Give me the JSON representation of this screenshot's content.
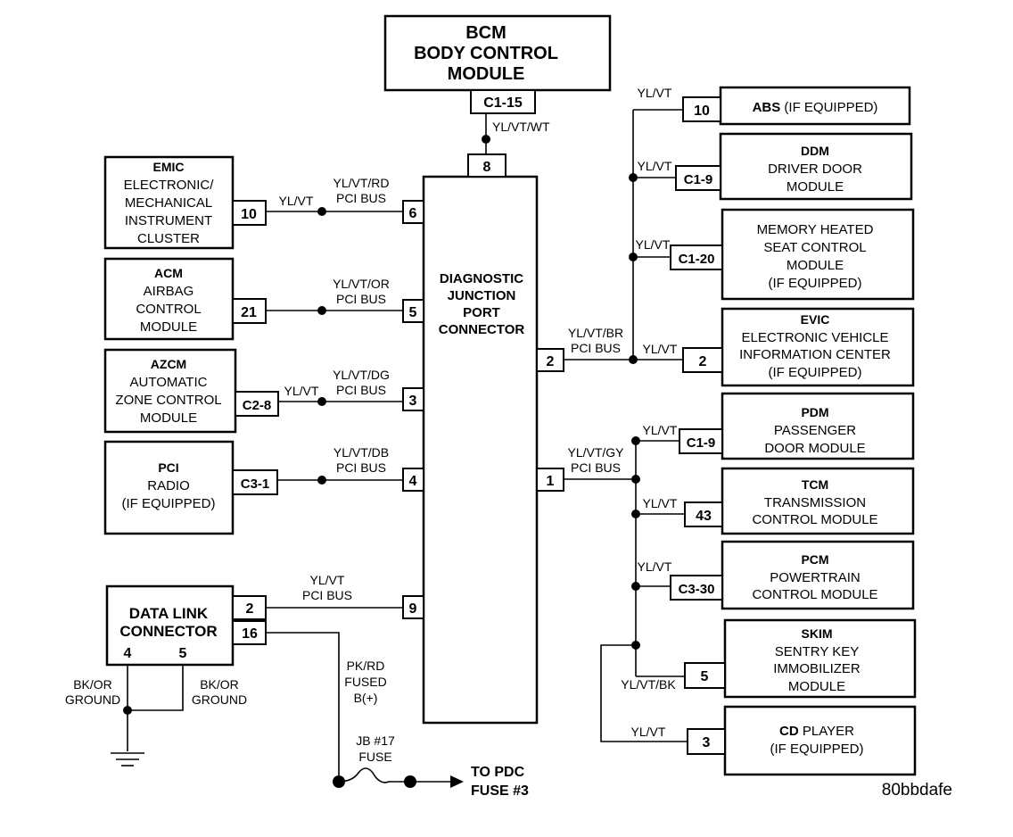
{
  "bcm": {
    "l1": "BCM",
    "l2": "BODY CONTROL",
    "l3": "MODULE",
    "pin": "C1-15",
    "wire": "YL/VT/WT"
  },
  "djc": {
    "l1": "DIAGNOSTIC",
    "l2": "JUNCTION",
    "l3": "PORT",
    "l4": "CONNECTOR",
    "pin8": "8",
    "pin6": "6",
    "pin5": "5",
    "pin3": "3",
    "pin4": "4",
    "pin9": "9",
    "pin2": "2",
    "pin1": "1"
  },
  "emic": {
    "title": "EMIC",
    "l1": "ELECTRONIC/",
    "l2": "MECHANICAL",
    "l3": "INSTRUMENT",
    "l4": "CLUSTER",
    "pin": "10",
    "wire": "YL/VT",
    "bus1": "YL/VT/RD",
    "bus2": "PCI BUS"
  },
  "acm": {
    "title": "ACM",
    "l1": "AIRBAG",
    "l2": "CONTROL",
    "l3": "MODULE",
    "pin": "21",
    "bus1": "YL/VT/OR",
    "bus2": "PCI BUS"
  },
  "azcm": {
    "title": "AZCM",
    "l1": "AUTOMATIC",
    "l2": "ZONE CONTROL",
    "l3": "MODULE",
    "pin": "C2-8",
    "wire": "YL/VT",
    "bus1": "YL/VT/DG",
    "bus2": "PCI BUS"
  },
  "pci": {
    "title": "PCI",
    "l1": "RADIO",
    "l2": "(IF EQUIPPED)",
    "pin": "C3-1",
    "bus1": "YL/VT/DB",
    "bus2": "PCI BUS"
  },
  "dlc": {
    "l1": "DATA LINK",
    "l2": "CONNECTOR",
    "pin2": "2",
    "pin16": "16",
    "pin4": "4",
    "pin5": "5",
    "bus1": "YL/VT",
    "bus2": "PCI BUS",
    "gnd1a": "BK/OR",
    "gnd1b": "GROUND",
    "gnd2a": "BK/OR",
    "gnd2b": "GROUND",
    "fused1": "PK/RD",
    "fused2": "FUSED",
    "fused3": "B(+)",
    "fuse1": "JB #17",
    "fuse2": "FUSE",
    "pdc1": "TO PDC",
    "pdc2": "FUSE #3"
  },
  "right": {
    "busBR1": "YL/VT/BR",
    "busBR2": "PCI BUS",
    "busGY1": "YL/VT/GY",
    "busGY2": "PCI BUS"
  },
  "abs": {
    "title": "ABS",
    "suffix": "(IF EQUIPPED)",
    "pin": "10",
    "wire": "YL/VT"
  },
  "ddm": {
    "title": "DDM",
    "l1": "DRIVER DOOR",
    "l2": "MODULE",
    "pin": "C1-9",
    "wire": "YL/VT"
  },
  "mhsm": {
    "l1": "MEMORY HEATED",
    "l2": "SEAT CONTROL",
    "l3": "MODULE",
    "l4": "(IF EQUIPPED)",
    "pin": "C1-20",
    "wire": "YL/VT"
  },
  "evic": {
    "title": "EVIC",
    "l1": "ELECTRONIC VEHICLE",
    "l2": "INFORMATION CENTER",
    "l3": "(IF EQUIPPED)",
    "pin": "2",
    "wire": "YL/VT"
  },
  "pdm": {
    "title": "PDM",
    "l1": "PASSENGER",
    "l2": "DOOR MODULE",
    "pin": "C1-9",
    "wire": "YL/VT"
  },
  "tcm": {
    "title": "TCM",
    "l1": "TRANSMISSION",
    "l2": "CONTROL MODULE",
    "pin": "43",
    "wire": "YL/VT"
  },
  "pcm": {
    "title": "PCM",
    "l1": "POWERTRAIN",
    "l2": "CONTROL MODULE",
    "pin": "C3-30",
    "wire": "YL/VT"
  },
  "skim": {
    "title": "SKIM",
    "l1": "SENTRY KEY",
    "l2": "IMMOBILIZER",
    "l3": "MODULE",
    "pin": "5",
    "wire": "YL/VT/BK"
  },
  "cd": {
    "l1a": "CD",
    "l1b": "PLAYER",
    "l2": "(IF EQUIPPED)",
    "pin": "3",
    "wire": "YL/VT"
  },
  "figure_id": "80bbdafe"
}
